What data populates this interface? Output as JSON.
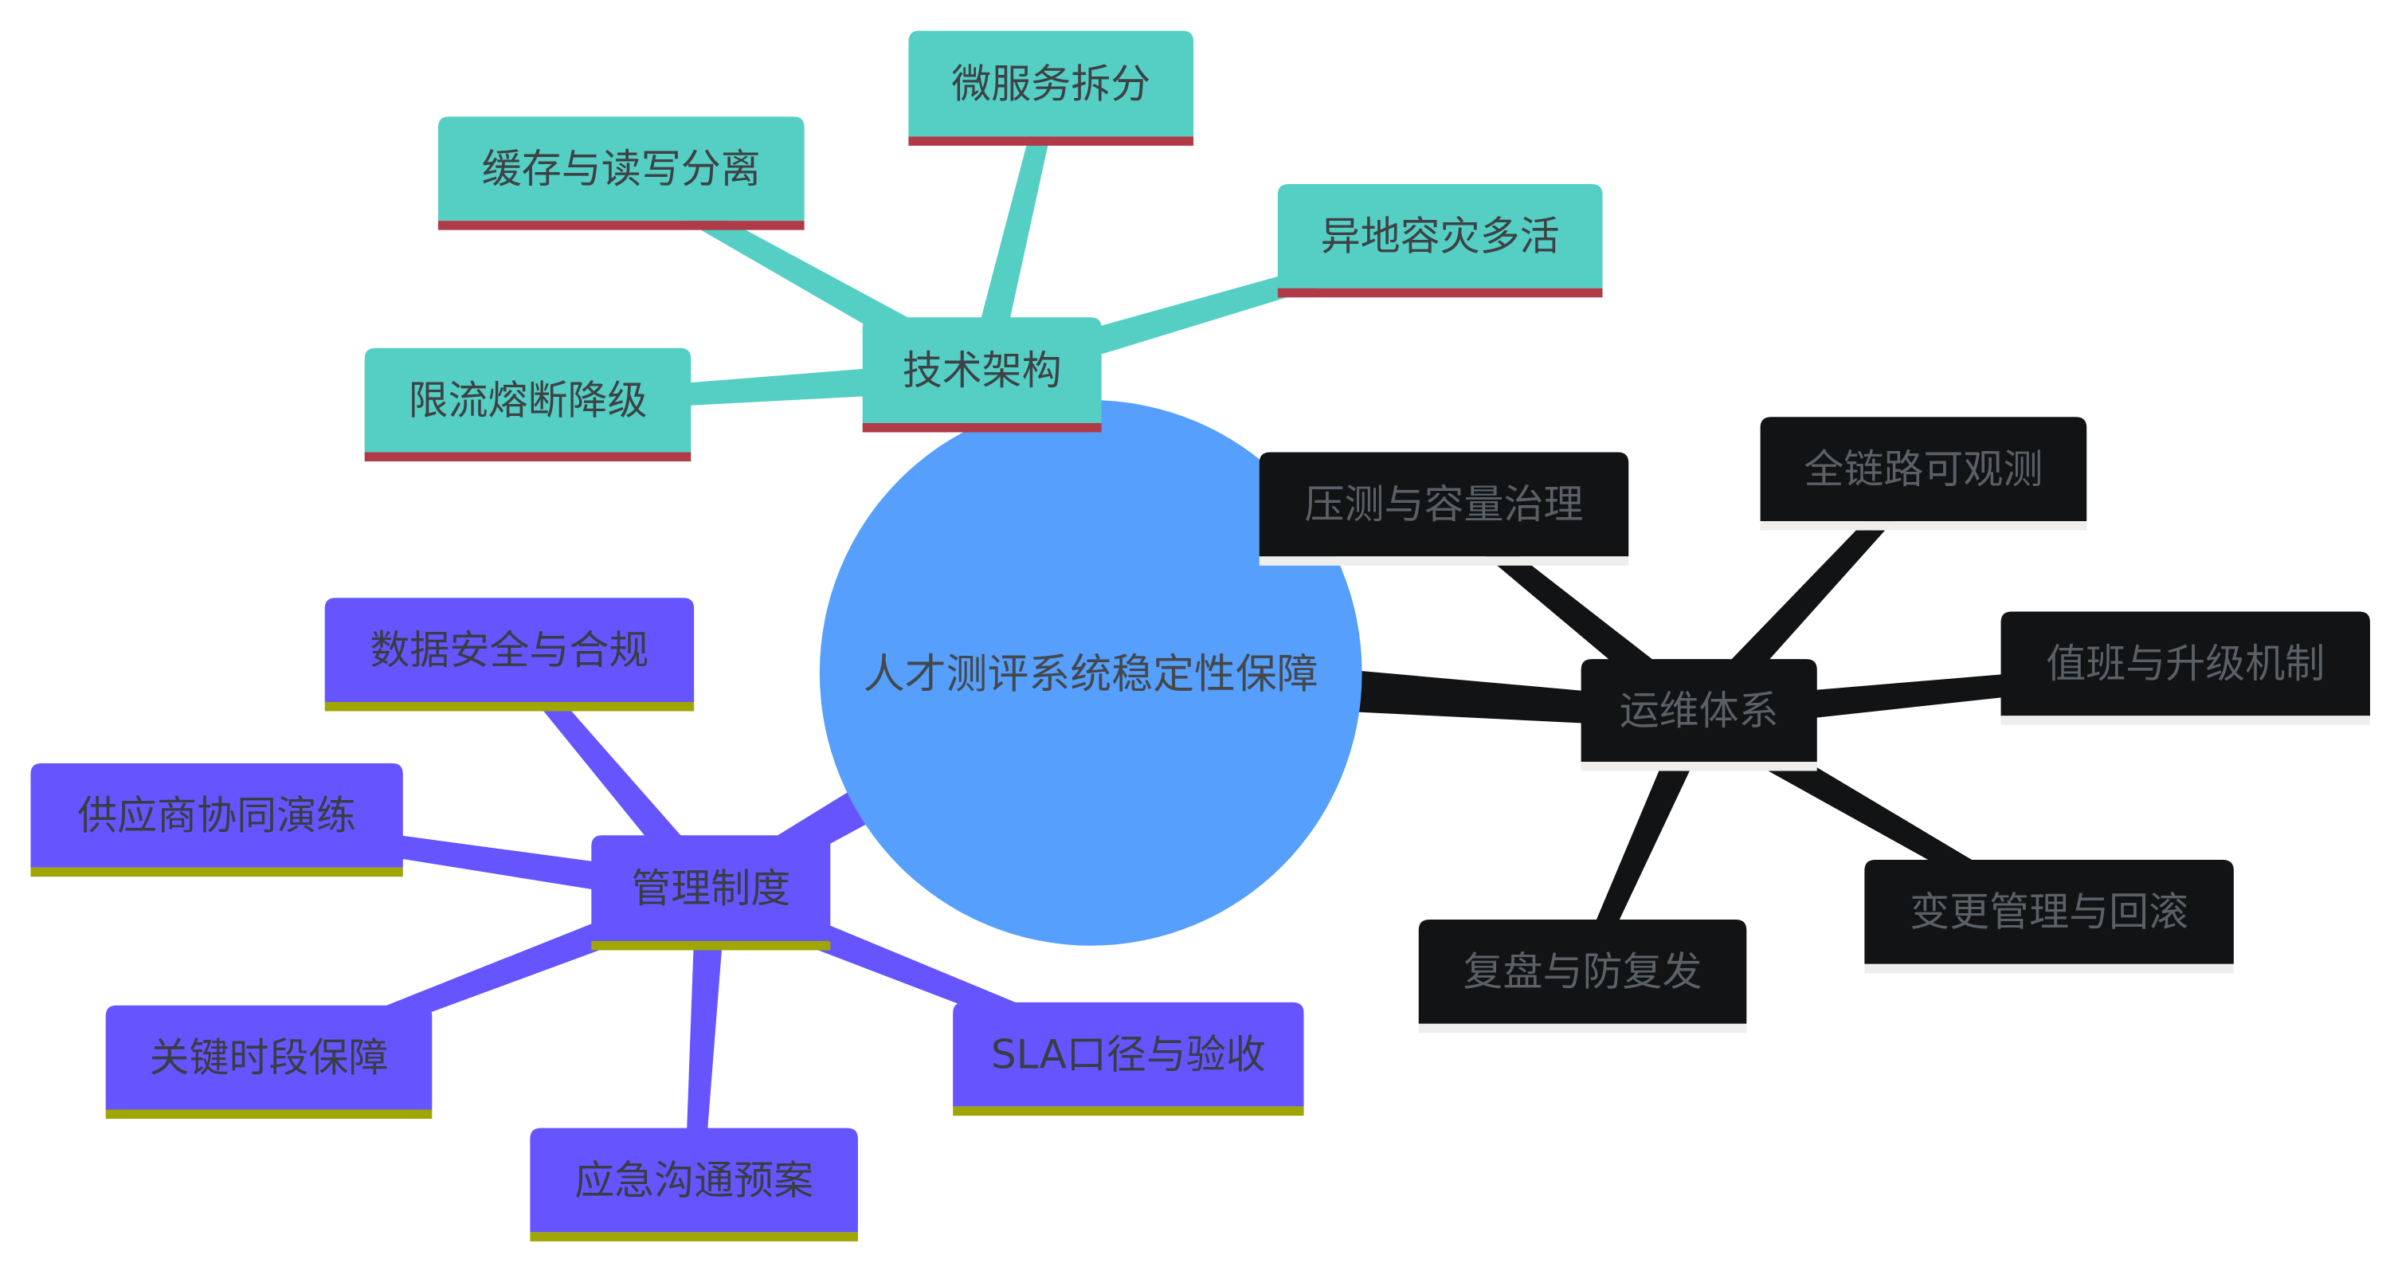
{
  "root": {
    "label": "人才测评系统稳定性保障",
    "color": "#569ffd",
    "text_color": "#44484d"
  },
  "branches": [
    {
      "label": "技术架构",
      "color": "#55cfc4",
      "stripe": "#b03a48",
      "text_color": "#3d4246",
      "children": [
        "微服务拆分",
        "缓存与读写分离",
        "异地容灾多活",
        "限流熔断降级"
      ]
    },
    {
      "label": "运维体系",
      "color": "#111314",
      "stripe": "#efeeec",
      "text_color": "#5a6066",
      "children": [
        "压测与容量治理",
        "全链路可观测",
        "值班与升级机制",
        "变更管理与回滚",
        "复盘与防复发"
      ]
    },
    {
      "label": "管理制度",
      "color": "#6655ff",
      "stripe": "#9fa600",
      "text_color": "#3a3d44",
      "children": [
        "数据安全与合规",
        "供应商协同演练",
        "关键时段保障",
        "应急沟通预案",
        "SLA口径与验收"
      ]
    }
  ]
}
